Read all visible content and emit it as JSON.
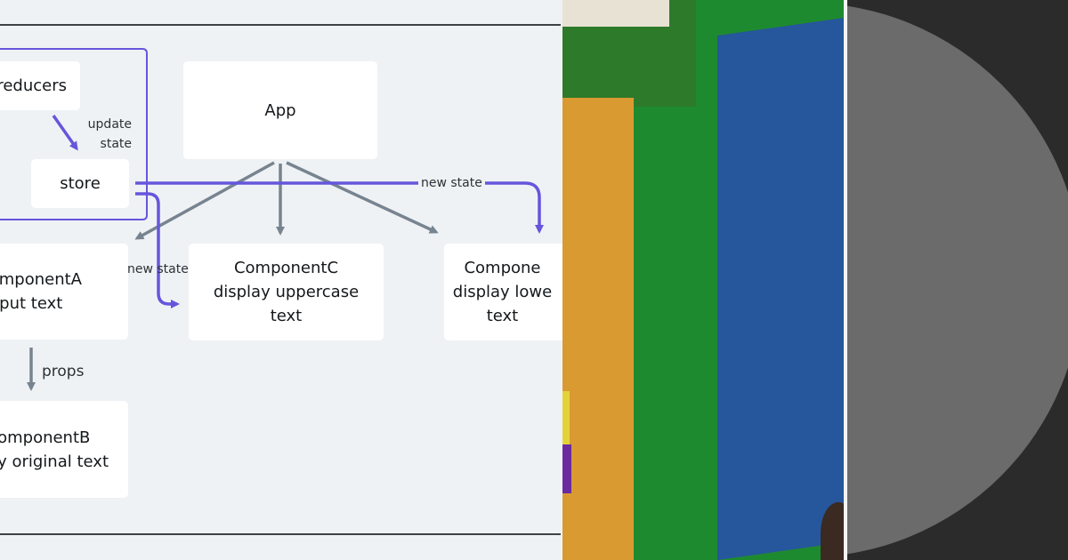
{
  "colors": {
    "background": "#eff2f5",
    "node_fill": "#ffffff",
    "state_arrow": "#6556dc",
    "prop_arrow": "#778490",
    "rule": "#3d4247"
  },
  "diagram": {
    "nodes": {
      "reducers": "reducers",
      "store": "store",
      "app": "App",
      "component_a": "omponentA\nnput text",
      "component_b": "omponentB\ny original text",
      "component_c": "ComponentC\ndisplay uppercase\ntext",
      "component_d": "Compone\ndisplay lowe\ntext"
    },
    "labels": {
      "update_state": "update\nstate",
      "new_state_right": "new state",
      "new_state_left": "new state",
      "props": "props"
    }
  },
  "photo": {
    "description_icon": "photo-collage-crop"
  }
}
